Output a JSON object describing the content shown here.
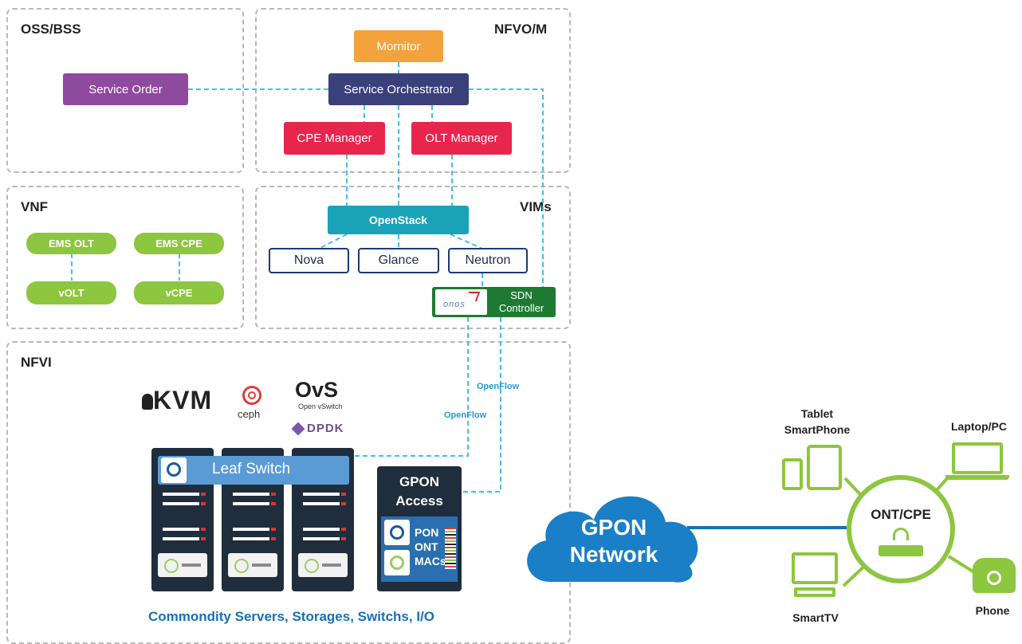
{
  "regions": {
    "oss": "OSS/BSS",
    "nfvo": "NFVO/M",
    "vnf": "VNF",
    "vims": "VIMs",
    "nfvi": "NFVI"
  },
  "oss": {
    "service_order": "Service Order"
  },
  "nfvo": {
    "monitor": "Mornitor",
    "orchestrator": "Service Orchestrator",
    "cpe_manager": "CPE Manager",
    "olt_manager": "OLT Manager"
  },
  "vnf": {
    "ems_olt": "EMS OLT",
    "ems_cpe": "EMS CPE",
    "volt": "vOLT",
    "vcpe": "vCPE"
  },
  "vims": {
    "openstack": "OpenStack",
    "nova": "Nova",
    "glance": "Glance",
    "neutron": "Neutron",
    "sdn_line1": "SDN",
    "sdn_line2": "Controller",
    "onos_logo": "onos"
  },
  "nfvi": {
    "kvm": "KVM",
    "ceph": "ceph",
    "ovs": "OvS",
    "ovs_sub": "Open vSwitch",
    "dpdk": "DPDK",
    "leaf_switch": "Leaf Switch",
    "gpon_access_line1": "GPON",
    "gpon_access_line2": "Access",
    "pon_line1": "PON",
    "pon_line2": "ONT",
    "pon_line3": "MACs",
    "footer": "Commondity Servers, Storages, Switchs, I/O",
    "openflow_1": "OpenFlow",
    "openflow_2": "OpenFlow"
  },
  "network": {
    "line1": "GPON",
    "line2": "Network"
  },
  "devices": {
    "tablet_line1": "Tablet",
    "tablet_line2": "SmartPhone",
    "laptop": "Laptop/PC",
    "ont_cpe": "ONT/CPE",
    "smarttv": "SmartTV",
    "phone": "Phone"
  },
  "colors": {
    "service_order": "#8e4a9e",
    "orchestrator": "#3b3f7a",
    "monitor": "#f4a23c",
    "manager": "#e8254d",
    "openstack": "#1aa3b8",
    "vnf_green": "#8dc63f",
    "sdn": "#1e7a33",
    "leaf": "#5a9bd5",
    "rack": "#1f2d3d",
    "cloud": "#1a7fc6",
    "link": "#3fc1e8",
    "device_green": "#8dc63f"
  }
}
